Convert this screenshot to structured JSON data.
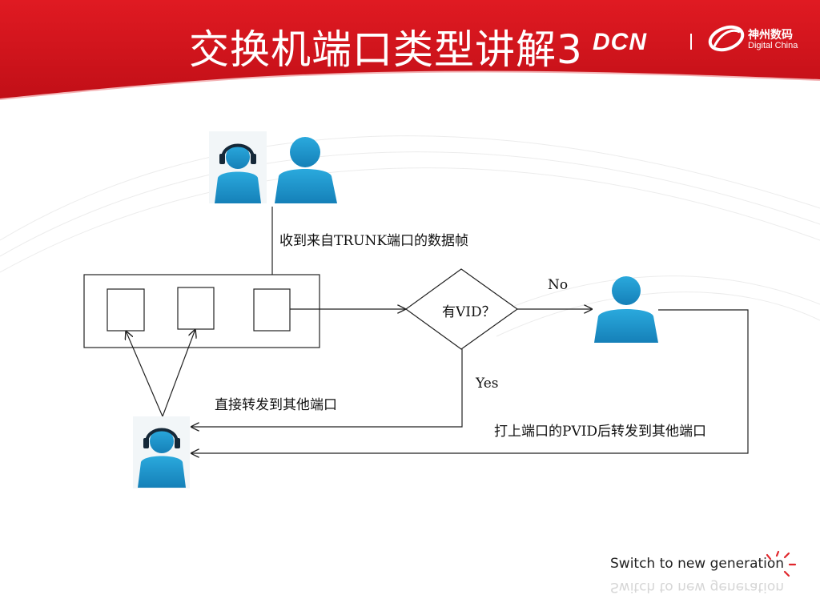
{
  "slide": {
    "title": "交换机端口类型讲解3",
    "logo_dcn": "DCN",
    "logo_digitalchina_cn": "神州数码",
    "logo_digitalchina_en": "Digital China",
    "slogan": "Switch to new generation",
    "colors": {
      "header_red": "#d0121b",
      "person_blue": "#1a9ad0",
      "line": "#222222"
    }
  },
  "diagram": {
    "label_receive": "收到来自TRUNK端口的数据帧",
    "decision": "有VID？",
    "label_no": "No",
    "label_yes": "Yes",
    "label_forward_direct": "直接转发到其他端口",
    "label_tag_forward": "打上端口的PVID后转发到其他端口",
    "icons": [
      "headset-user-icon",
      "user-icon",
      "user-icon",
      "headset-user-icon"
    ]
  }
}
